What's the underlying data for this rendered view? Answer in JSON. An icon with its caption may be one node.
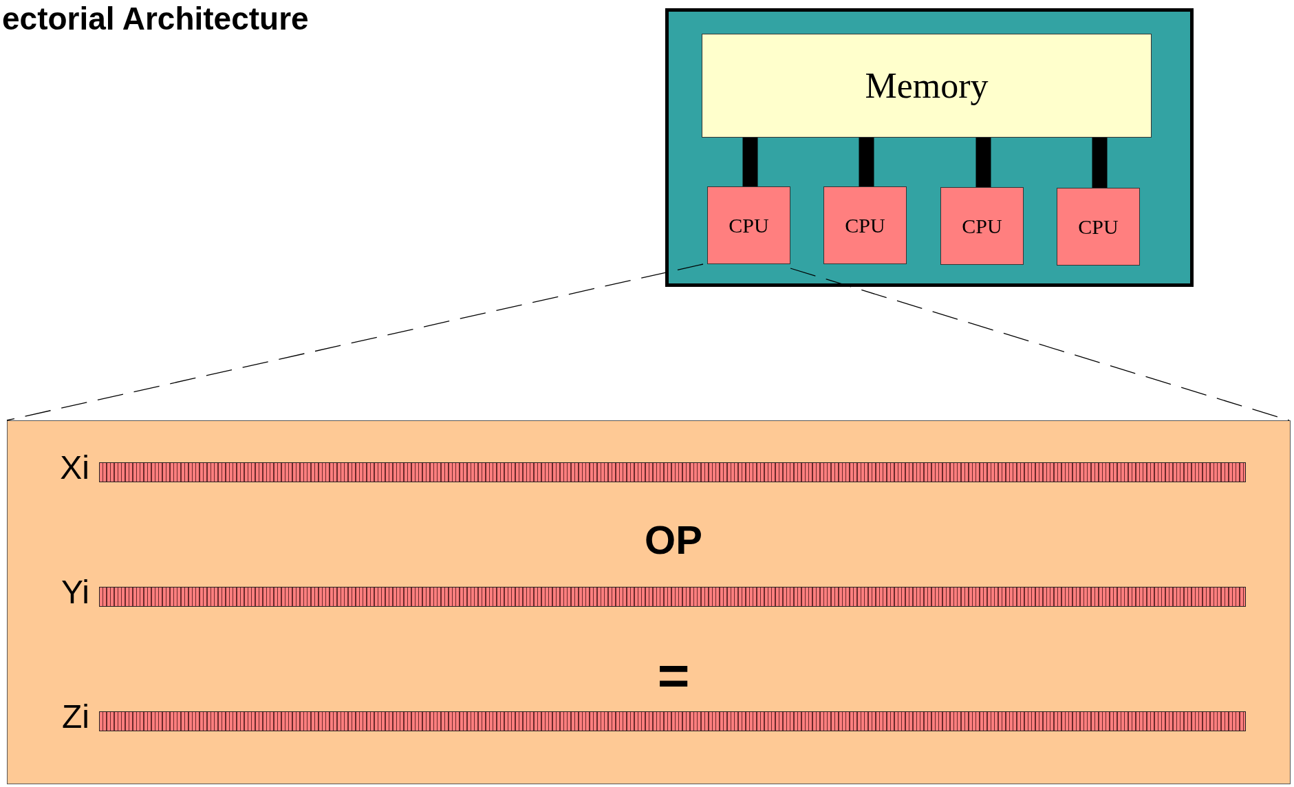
{
  "diagram": {
    "title": "ectorial Architecture",
    "nodes": [
      {
        "text": [],
        "shape": "box"
      },
      {
        "text": [
          "Memory"
        ],
        "in": 0
      },
      {
        "text": [
          "CPU"
        ],
        "in": 0
      },
      {
        "text": [
          "CPU"
        ],
        "in": 0
      },
      {
        "text": [
          "CPU"
        ],
        "in": 0
      },
      {
        "text": [
          "CPU"
        ],
        "in": 0
      },
      {
        "text": [],
        "shape": "box"
      },
      {
        "text": [],
        "shape": "bar",
        "in": 6,
        "beside": [
          "Xi"
        ]
      },
      {
        "text": [],
        "shape": "bar",
        "in": 6,
        "beside": [
          "Yi"
        ]
      },
      {
        "text": [],
        "shape": "bar",
        "in": 6,
        "beside": [
          "Zi"
        ]
      }
    ],
    "edges": [
      {
        "from": 1,
        "to": 2,
        "arrow": "none"
      },
      {
        "from": 1,
        "to": 3,
        "arrow": "none"
      },
      {
        "from": 1,
        "to": 4,
        "arrow": "none"
      },
      {
        "from": 1,
        "to": 5,
        "arrow": "none"
      },
      {
        "from": 2,
        "to": 6,
        "arrow": "none",
        "style": "dashed"
      },
      {
        "from": 2,
        "to": 6,
        "arrow": "none",
        "style": "dashed"
      }
    ],
    "labels": [
      "OP",
      "="
    ]
  }
}
